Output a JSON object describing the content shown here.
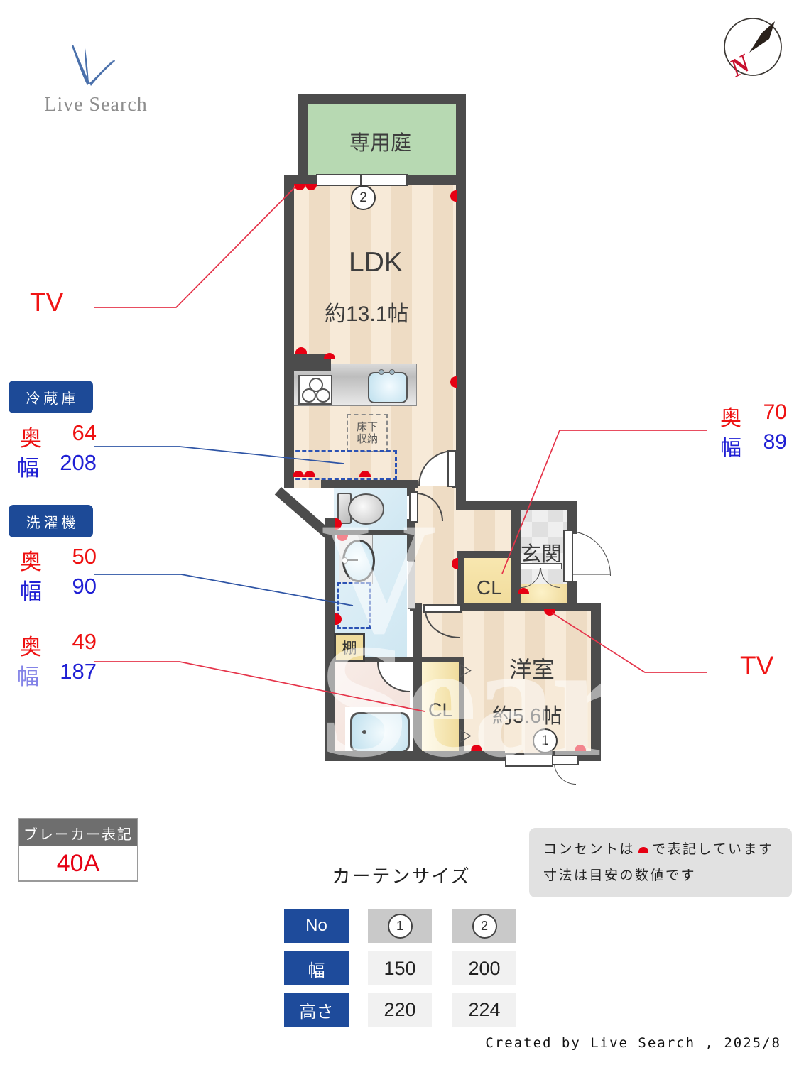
{
  "logo": {
    "title": "Live Search"
  },
  "compass": {
    "letter": "N"
  },
  "plan": {
    "garden": "専用庭",
    "ldk": "LDK",
    "ldk_size": "約13.1帖",
    "underfloor_line1": "床下",
    "underfloor_line2": "収納",
    "entrance": "玄関",
    "hall_closet": "CL",
    "bedroom": "洋室",
    "bedroom_size": "約5.6帖",
    "bedroom_closet": "CL",
    "shelf": "棚",
    "curtain_no_1": "1",
    "curtain_no_2": "2"
  },
  "annotations": {
    "tv_left": "TV",
    "tv_right": "TV",
    "fridge": {
      "title": "冷蔵庫",
      "depth_label": "奥",
      "depth": "64",
      "width_label": "幅",
      "width": "208"
    },
    "washer": {
      "title": "洗濯機",
      "depth_label": "奥",
      "depth": "50",
      "width_label": "幅",
      "width": "90"
    },
    "bath_unit": {
      "depth_label": "奥",
      "depth": "49",
      "width_label": "幅",
      "width": "187"
    },
    "closet": {
      "depth_label": "奥",
      "depth": "70",
      "width_label": "幅",
      "width": "89"
    }
  },
  "breaker": {
    "title": "ブレーカー表記",
    "value": "40A"
  },
  "notes": {
    "line1_pre": "コンセントは",
    "line1_post": "で表記しています",
    "line2": "寸法は目安の数値です"
  },
  "curtain": {
    "title": "カーテンサイズ",
    "no_label": "No",
    "width_label": "幅",
    "height_label": "高さ",
    "width1": "150",
    "width2": "200",
    "height1": "220",
    "height2": "224"
  },
  "watermark": {
    "v": "V",
    "text": "Sear"
  },
  "credit": "Created by Live Search , 2025/8"
}
